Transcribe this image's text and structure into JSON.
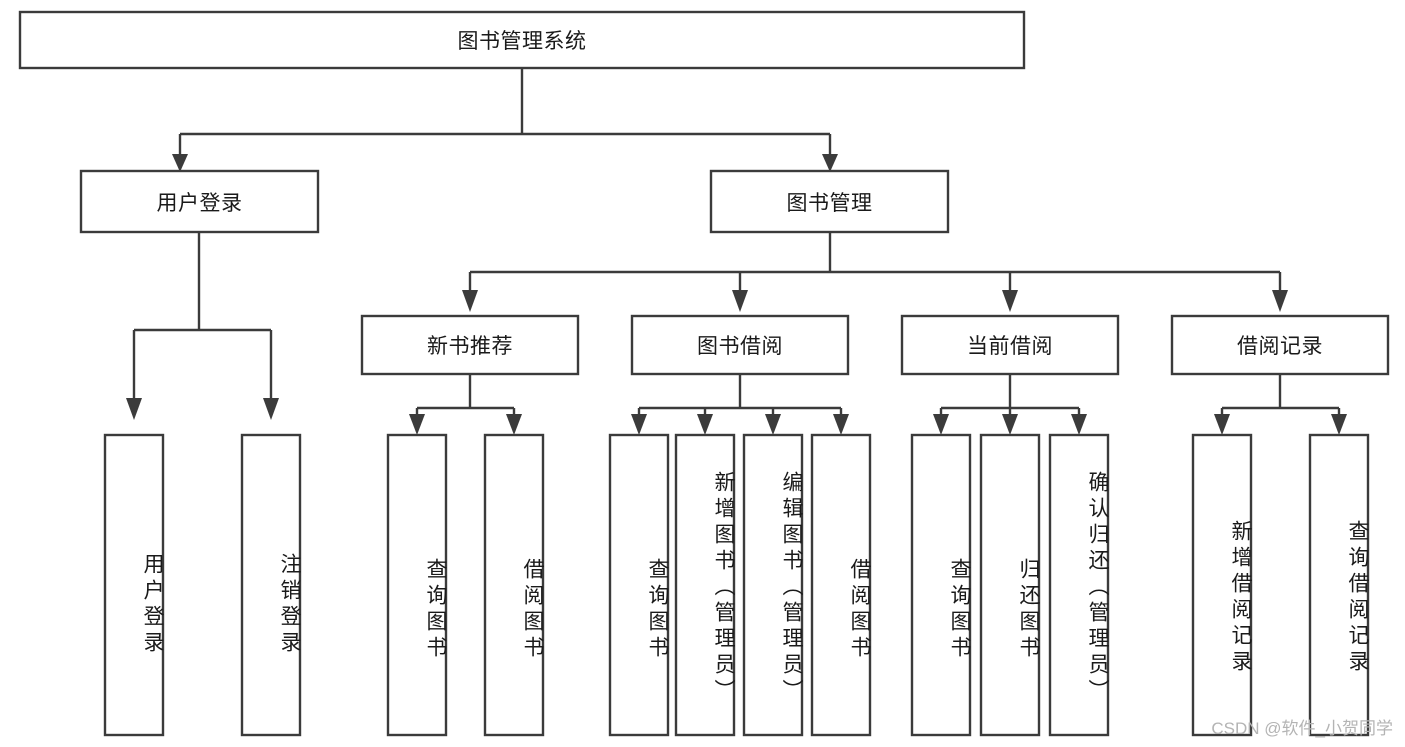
{
  "diagram": {
    "type": "tree-hierarchy",
    "title": "图书管理系统",
    "watermark": "CSDN @软件_小贺同学",
    "colors": {
      "box_stroke": "#3b3b3b",
      "box_fill": "#ffffff",
      "connector": "#3b3b3b",
      "text": "#1a1a1a",
      "background": "#ffffff",
      "watermark": "#b4b4b4"
    },
    "nodes": {
      "root": {
        "label": "图书管理系统"
      },
      "level2": [
        {
          "label": "用户登录"
        },
        {
          "label": "图书管理"
        }
      ],
      "level3": [
        {
          "label": "新书推荐"
        },
        {
          "label": "图书借阅"
        },
        {
          "label": "当前借阅"
        },
        {
          "label": "借阅记录"
        }
      ],
      "leaves_user_login": [
        {
          "label": "用户登录"
        },
        {
          "label": "注销登录"
        }
      ],
      "leaves_new_book": [
        {
          "label": "查询图书"
        },
        {
          "label": "借阅图书"
        }
      ],
      "leaves_borrow": [
        {
          "label": "查询图书"
        },
        {
          "label": "新增图书（管理员）"
        },
        {
          "label": "编辑图书（管理员）"
        },
        {
          "label": "借阅图书"
        }
      ],
      "leaves_current": [
        {
          "label": "查询图书"
        },
        {
          "label": "归还图书"
        },
        {
          "label": "确认归还（管理员）"
        }
      ],
      "leaves_records": [
        {
          "label": "新增借阅记录"
        },
        {
          "label": "查询借阅记录"
        }
      ]
    }
  }
}
